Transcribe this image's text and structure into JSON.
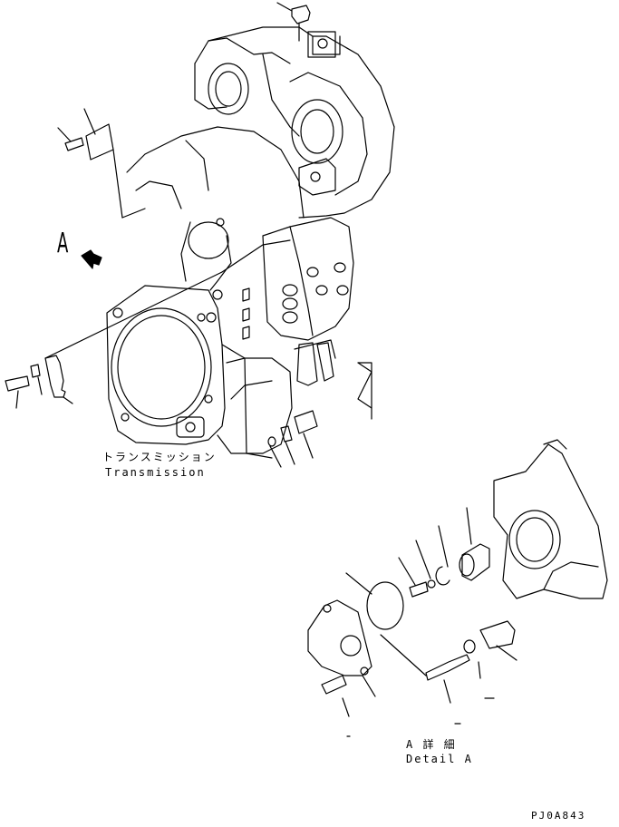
{
  "view_marker": "A",
  "transmission": {
    "label_ja": "トランスミッション",
    "label_en": "Transmission"
  },
  "detail": {
    "label_ja": "A 詳 細",
    "label_en": "Detail A"
  },
  "drawing_code": "PJ0A843"
}
